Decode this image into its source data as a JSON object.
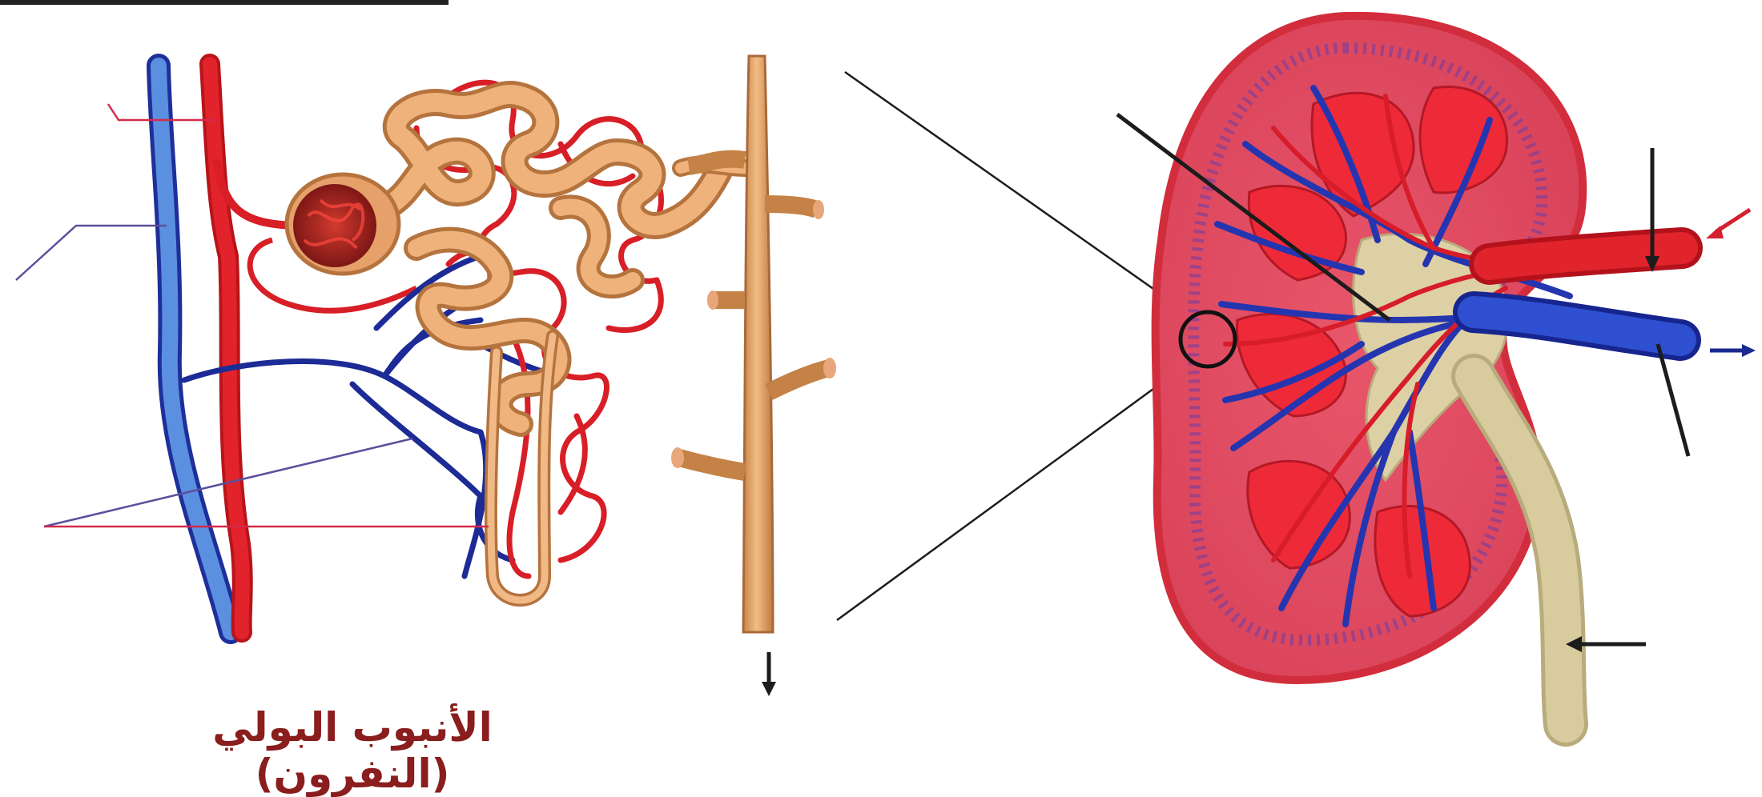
{
  "caption": "الأنبوب البولي (النفرون)",
  "colors": {
    "artery": "#e01c25",
    "vein": "#2233a8",
    "vein_light": "#5b8fe0",
    "tubule": "#e3a26a",
    "tubule_dark": "#b5733e",
    "kidney_cortex": "#e05468",
    "kidney_capsule": "#d22d3c",
    "pyramid": "#ee2a38",
    "pelvis": "#ddd0a4",
    "ureter": "#d2c79a",
    "label_line_red": "#d42a4a",
    "label_line_blue": "#5a4f9c",
    "pointer": "#1c1c1c"
  },
  "icons": [
    "top-left-dark-band",
    "blood-vessels",
    "glomerulus",
    "renal-tubule",
    "collecting-duct",
    "kidney",
    "renal-artery",
    "renal-vein",
    "ureter",
    "pointer-arrows"
  ]
}
